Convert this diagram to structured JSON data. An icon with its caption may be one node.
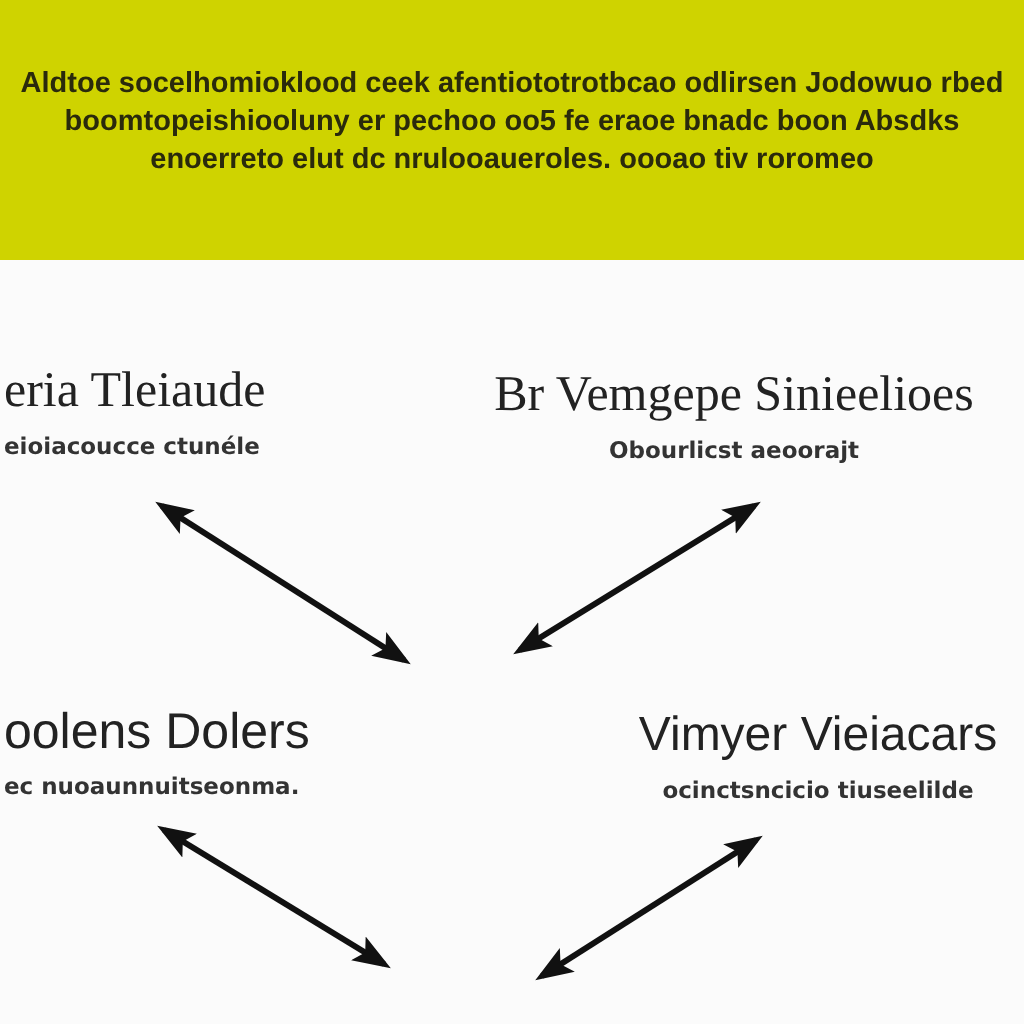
{
  "diagram": {
    "nodes": [
      {
        "text": [
          "Aldtoe socelhomioklood ceek afentiototrotbcao odlirsen Jodowuo rbed boomtopeishiooluny er pechoo oo5 fe eraoe bnadc boon Absdks enoerreto elut dc nrulooaueroles. oooao tiv roromeo"
        ]
      },
      {
        "text": [
          "eria Tleiaude",
          "eioiacoucce ctunéle"
        ]
      },
      {
        "text": [
          "Br Vemgepe Sinieelioes",
          "Obourlicst aeoorajt"
        ]
      },
      {
        "text": [
          "oolens Dolers",
          "ec nuoaunnuitseonma."
        ]
      },
      {
        "text": [
          "Vimyer Vieiacars",
          "ocinctsncicio tiuseelilde"
        ]
      }
    ],
    "edges": [
      {
        "from": 1,
        "to": null,
        "arrow": "both"
      },
      {
        "from": 2,
        "to": null,
        "arrow": "both"
      },
      {
        "from": 3,
        "to": null,
        "arrow": "both"
      },
      {
        "from": 4,
        "to": null,
        "arrow": "both"
      }
    ]
  }
}
